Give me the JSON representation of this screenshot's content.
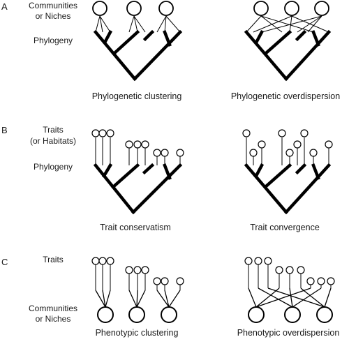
{
  "panels": [
    {
      "letter": "A",
      "labels": {
        "top": [
          "Communities",
          "or Niches"
        ],
        "bottom": [
          "Phylogeny"
        ]
      },
      "captions": {
        "left": "Phylogenetic clustering",
        "right": "Phylogenetic overdispersion"
      }
    },
    {
      "letter": "B",
      "labels": {
        "top": [
          "Traits",
          "(or Habitats)"
        ],
        "bottom": [
          "Phylogeny"
        ]
      },
      "captions": {
        "left": "Trait conservatism",
        "right": "Trait convergence"
      }
    },
    {
      "letter": "C",
      "labels": {
        "top": [
          "Traits"
        ],
        "bottom": [
          "Communities",
          "or Niches"
        ]
      },
      "captions": {
        "left": "Phenotypic clustering",
        "right": "Phenotypic overdispersion"
      }
    }
  ]
}
